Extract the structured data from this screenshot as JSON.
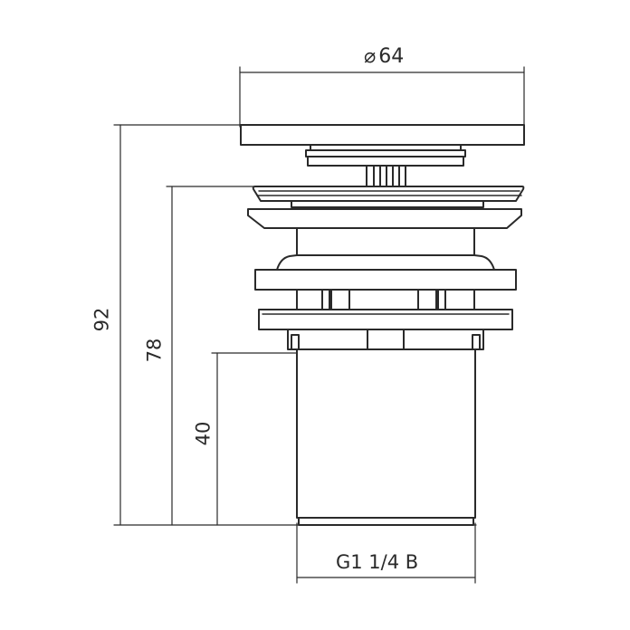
{
  "drawing": {
    "diameter_symbol": "⌀",
    "diameter_value": "64",
    "height_total": "92",
    "height_flange": "78",
    "height_thread": "40",
    "thread_label": "G1 1/4 B",
    "line_color": "#2a2a2a"
  }
}
